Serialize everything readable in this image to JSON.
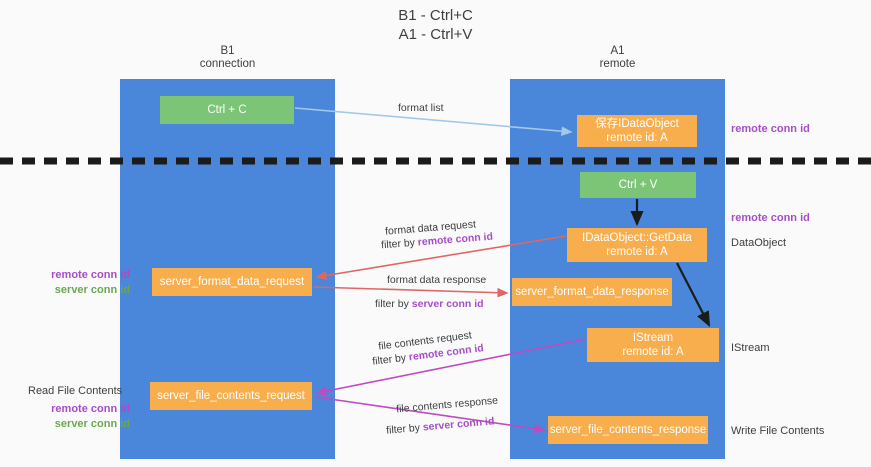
{
  "title": "B1 - Ctrl+C\nA1 - Ctrl+V",
  "columns": {
    "left": {
      "header": "B1\nconnection"
    },
    "right": {
      "header": "A1\nremote"
    }
  },
  "nodes": {
    "ctrl_c": "Ctrl + C",
    "save_dataobject": "保存IDataObject\nremote id: A",
    "ctrl_v": "Ctrl + V",
    "get_data": "IDataObject::GetData\nremote id: A",
    "server_format_data_request": "server_format_data_request",
    "server_format_data_response": "server_format_data_response",
    "istream": "IStream\nremote id: A",
    "server_file_contents_request": "server_file_contents_request",
    "server_file_contents_response": "server_file_contents_response"
  },
  "edge_labels": {
    "format_list": "format list",
    "format_data_request": "format data request",
    "filter_by_prefix": "filter by ",
    "remote_conn_id": "remote conn id",
    "server_conn_id": "server conn id",
    "format_data_response": "format data response",
    "file_contents_request": "file contents request",
    "file_contents_response": "file contents response"
  },
  "side_labels": {
    "right_1": "remote conn id",
    "right_2": "remote conn id",
    "right_3": "DataObject",
    "right_4": "IStream",
    "right_5": "Write File Contents",
    "left_1_a": "remote conn id",
    "left_1_b": "server conn id",
    "left_2": "Read File Contents",
    "left_3_a": "remote conn id",
    "left_3_b": "server conn id"
  },
  "colors": {
    "lane": "#4a86d9",
    "node_green": "#7cc576",
    "node_orange": "#f9ae4d",
    "remote_conn_id": "#a64ec6",
    "server_conn_id": "#6aa84f",
    "arrow_blue": "#a3c8e8",
    "arrow_red": "#e06666",
    "arrow_magenta": "#c04ac0",
    "arrow_black": "#1b1b1b",
    "background": "#fafafa"
  }
}
